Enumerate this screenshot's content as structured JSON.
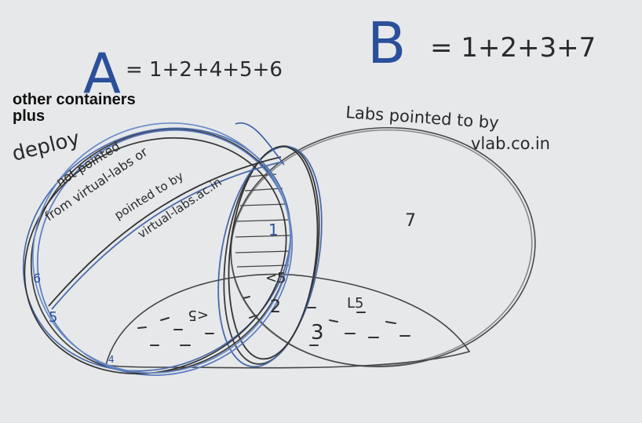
{
  "board": {
    "background": "#e6e8ea",
    "ink": "#2a2a2a",
    "blue_ink": "#2b4f9a"
  },
  "equations": {
    "a_label": "A",
    "a_rhs": "= 1+2+4+5+6",
    "b_label": "B",
    "b_rhs": "= 1+2+3+7"
  },
  "overlay": {
    "line1": "other containers",
    "line2": "plus"
  },
  "labels": {
    "deploy": "deploy",
    "not_pointed_1": "not pointed",
    "not_pointed_2": "from virtual-labs or",
    "pointed_1": "pointed to by",
    "pointed_2": "virtual-labs.ac.in",
    "labs_pointed_1": "Labs pointed to by",
    "labs_pointed_2": "vlab.co.in"
  },
  "regions": {
    "r1": "1",
    "r2": "2",
    "r3": "3",
    "r4": "4",
    "r5": "5",
    "r6": "6",
    "r7": "7",
    "lt5_top": "<5",
    "lt5_left": "<5",
    "lt5_right": "L5"
  }
}
